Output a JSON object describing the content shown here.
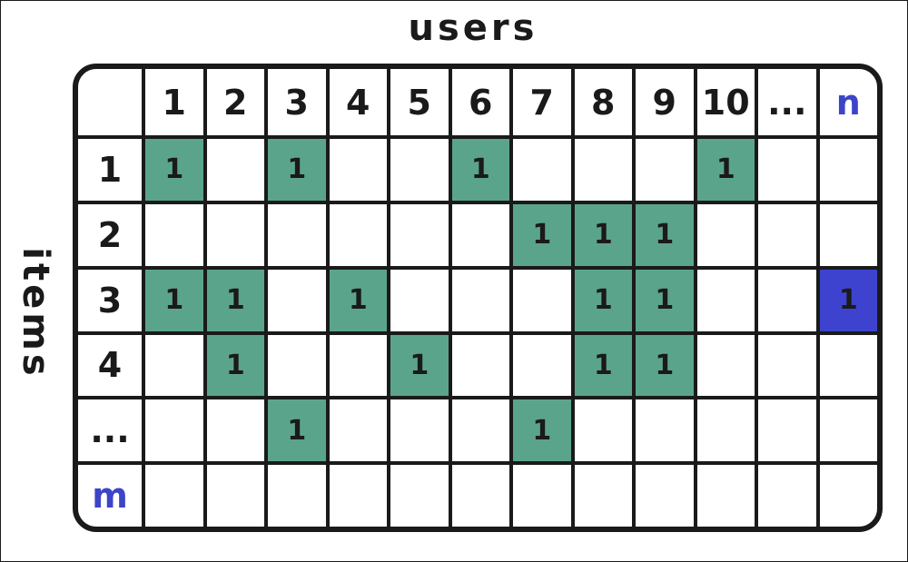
{
  "col_axis_label": "users",
  "row_axis_label": "items",
  "column_headers": [
    "1",
    "2",
    "3",
    "4",
    "5",
    "6",
    "7",
    "8",
    "9",
    "10",
    "...",
    "n"
  ],
  "row_headers": [
    "1",
    "2",
    "3",
    "4",
    "...",
    "m"
  ],
  "accent_headers": [
    "n",
    "m"
  ],
  "mark": "1",
  "colors": {
    "filled": "#5ba48c",
    "highlight": "#3d43cf",
    "accent_text": "#3c45c8",
    "grid": "#1a1a1a"
  },
  "matrix": [
    [
      1,
      0,
      1,
      0,
      0,
      1,
      0,
      0,
      0,
      1,
      0,
      0
    ],
    [
      0,
      0,
      0,
      0,
      0,
      0,
      1,
      1,
      1,
      0,
      0,
      0
    ],
    [
      1,
      1,
      0,
      1,
      0,
      0,
      0,
      1,
      1,
      0,
      0,
      2
    ],
    [
      0,
      1,
      0,
      0,
      1,
      0,
      0,
      1,
      1,
      0,
      0,
      0
    ],
    [
      0,
      0,
      1,
      0,
      0,
      0,
      1,
      0,
      0,
      0,
      0,
      0
    ],
    [
      0,
      0,
      0,
      0,
      0,
      0,
      0,
      0,
      0,
      0,
      0,
      0
    ]
  ]
}
